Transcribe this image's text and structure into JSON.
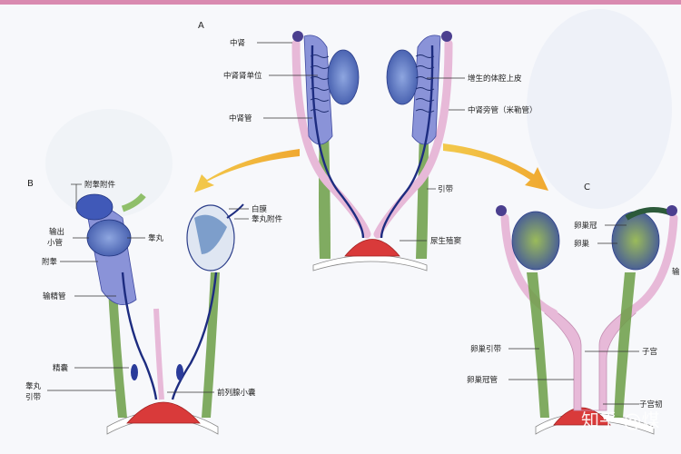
{
  "panels": {
    "a": "A",
    "b": "B",
    "c": "C"
  },
  "labels_a": {
    "mesonephros": "中肾",
    "mesonephric_unit": "中肾肾单位",
    "mesonephric_duct": "中肾管",
    "proliferating_epithelium": "增生的体腔上皮",
    "paramesonephric_duct": "中肾旁管（米勒管）",
    "gubernaculum": "引带",
    "urogenital_sinus": "尿生殖窦"
  },
  "labels_b": {
    "appendix_epididymis": "附睾附件",
    "efferent_ductules": [
      "输出",
      "小管"
    ],
    "testis": "睾丸",
    "epididymis": "附睾",
    "ductus_deferens": "输精管",
    "tunica_albuginea": "白膜",
    "appendix_testis": "睾丸附件",
    "seminal_vesicle": "精囊",
    "gubernaculum_testis": [
      "睾丸",
      "引带"
    ],
    "prostatic_utricle": "前列腺小囊"
  },
  "labels_c": {
    "epoophoron": "卵巢冠",
    "ovary": "卵巢",
    "oviduct_partial": "输",
    "ovarian_ligament": "卵巢引带",
    "uterus": "子宫",
    "epoophoron_duct": "卵巢冠管",
    "uterine_partial": "子宫韧"
  },
  "watermark": "知乎 @煤"
}
